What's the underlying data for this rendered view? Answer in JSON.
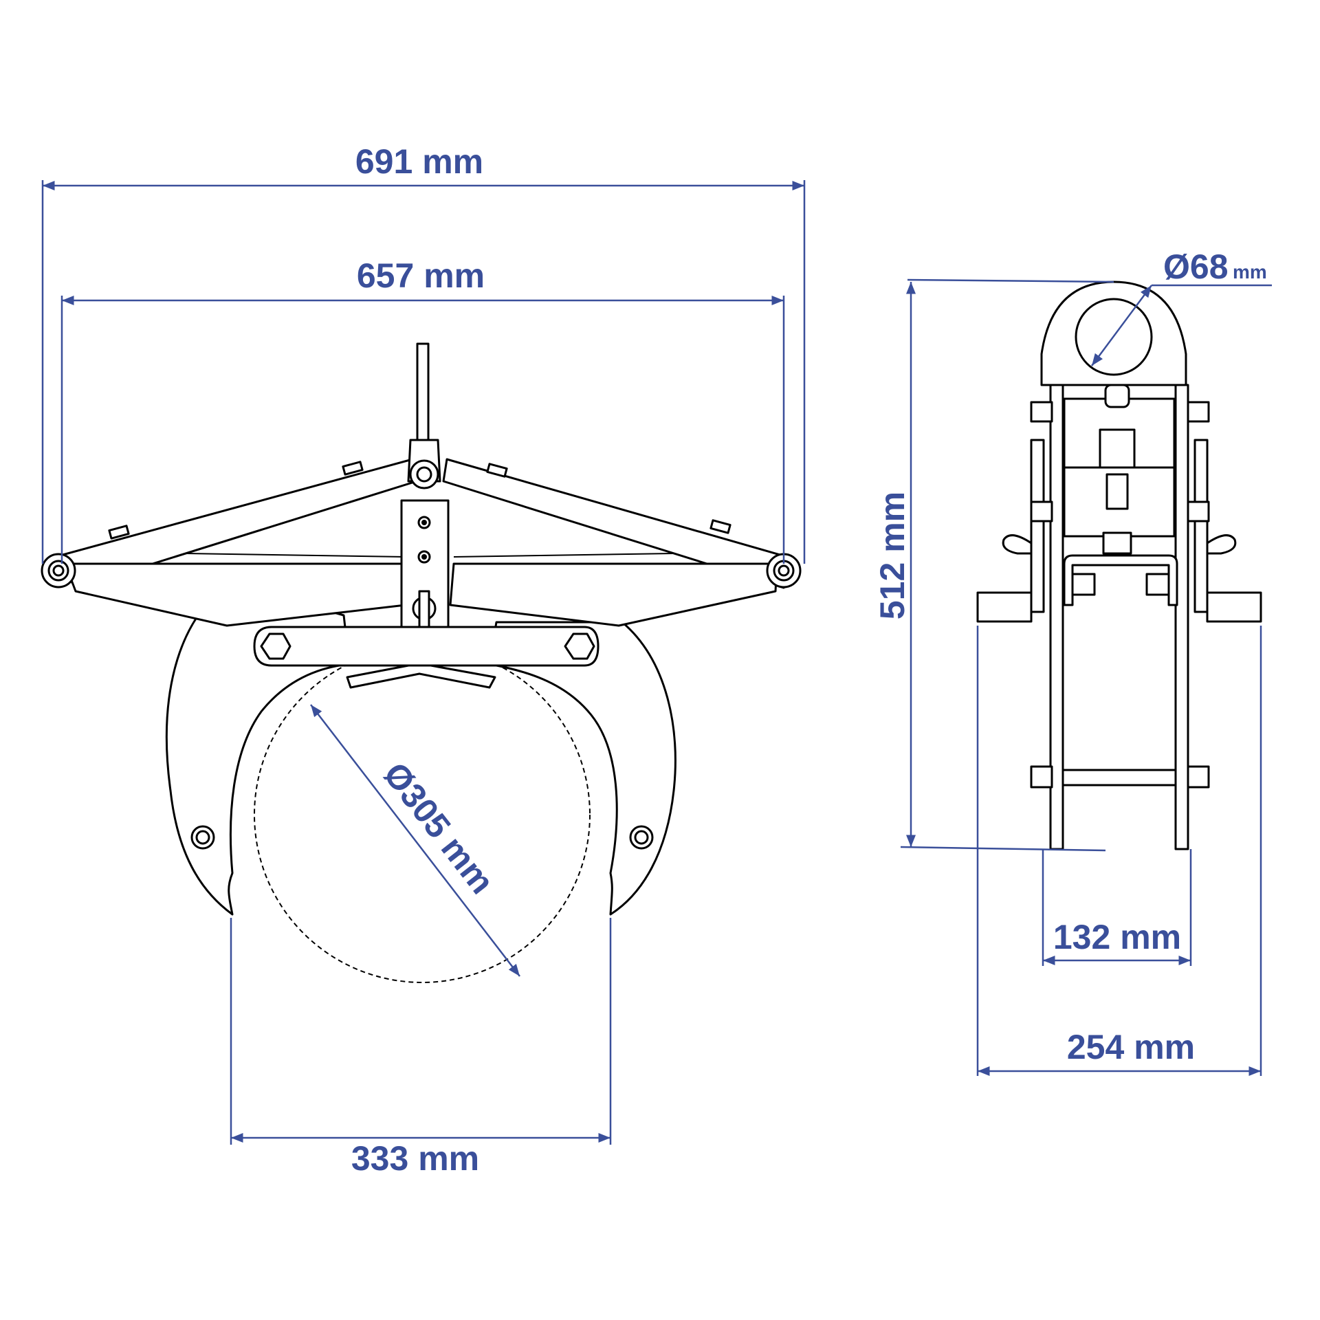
{
  "colors": {
    "dimension": "#3a4f9a",
    "outline": "#000000",
    "background": "#ffffff"
  },
  "views": {
    "front": {
      "name": "front-view"
    },
    "side": {
      "name": "side-view"
    }
  },
  "dimensions": {
    "overall_width": "691 mm",
    "pivot_width": "657 mm",
    "pipe_diameter": "Ø305 mm",
    "jaw_opening": "333 mm",
    "shackle_symbol": "Ø68",
    "shackle_unit": "mm",
    "height": "512 mm",
    "inner_width": "132 mm",
    "outer_width": "254 mm"
  }
}
